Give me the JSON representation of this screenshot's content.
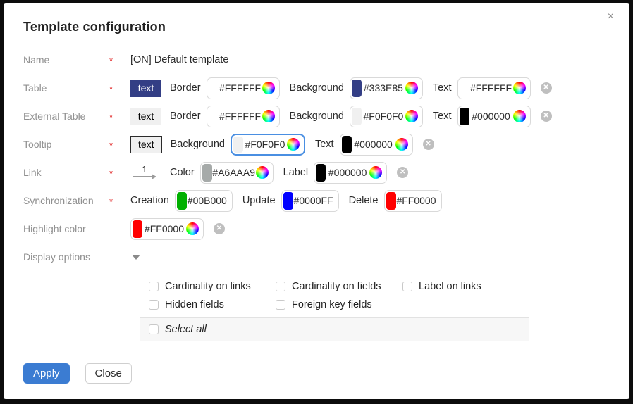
{
  "dialog": {
    "title": "Template configuration",
    "close_glyph": "×",
    "required_mark": "*"
  },
  "name_row": {
    "label": "Name",
    "value": "[ON] Default template"
  },
  "table": {
    "label": "Table",
    "preview_text": "text",
    "preview_bg": "#333E85",
    "preview_fg": "#FFFFFF",
    "border": {
      "label": "Border",
      "value": "#FFFFFF",
      "swatch": "#FFFFFF"
    },
    "background": {
      "label": "Background",
      "value": "#333E85",
      "swatch": "#333E85"
    },
    "text": {
      "label": "Text",
      "value": "#FFFFFF",
      "swatch": "#FFFFFF"
    }
  },
  "external_table": {
    "label": "External Table",
    "preview_text": "text",
    "preview_bg": "#F0F0F0",
    "preview_fg": "#000000",
    "border": {
      "label": "Border",
      "value": "#FFFFFF",
      "swatch": "#FFFFFF"
    },
    "background": {
      "label": "Background",
      "value": "#F0F0F0",
      "swatch": "#F0F0F0"
    },
    "text": {
      "label": "Text",
      "value": "#000000",
      "swatch": "#000000"
    }
  },
  "tooltip": {
    "label": "Tooltip",
    "preview_text": "text",
    "background": {
      "label": "Background",
      "value": "#F0F0F0",
      "swatch": "#F0F0F0"
    },
    "text": {
      "label": "Text",
      "value": "#000000",
      "swatch": "#000000"
    }
  },
  "link": {
    "label": "Link",
    "preview_number": "1",
    "color": {
      "label": "Color",
      "value": "#A6AAA9",
      "swatch": "#A6AAA9"
    },
    "label_color": {
      "label": "Label",
      "value": "#000000",
      "swatch": "#000000"
    }
  },
  "synchronization": {
    "label": "Synchronization",
    "creation": {
      "label": "Creation",
      "value": "#00B000",
      "swatch": "#00B000"
    },
    "update": {
      "label": "Update",
      "value": "#0000FF",
      "swatch": "#0000FF"
    },
    "delete": {
      "label": "Delete",
      "value": "#FF0000",
      "swatch": "#FF0000"
    }
  },
  "highlight": {
    "label": "Highlight color",
    "value": "#FF0000",
    "swatch": "#FF0000"
  },
  "display_options": {
    "label": "Display options",
    "checkboxes": [
      {
        "label": "Cardinality on links",
        "checked": false
      },
      {
        "label": "Cardinality on fields",
        "checked": false
      },
      {
        "label": "Label on links",
        "checked": false
      },
      {
        "label": "Hidden fields",
        "checked": false
      },
      {
        "label": "Foreign key fields",
        "checked": false
      }
    ],
    "select_all": {
      "label": "Select all",
      "checked": false
    }
  },
  "buttons": {
    "apply": "Apply",
    "close": "Close"
  },
  "colors": {
    "accent_blue": "#3B7CD2",
    "focus_border": "#4A8FE2",
    "required_red": "#E02020"
  }
}
